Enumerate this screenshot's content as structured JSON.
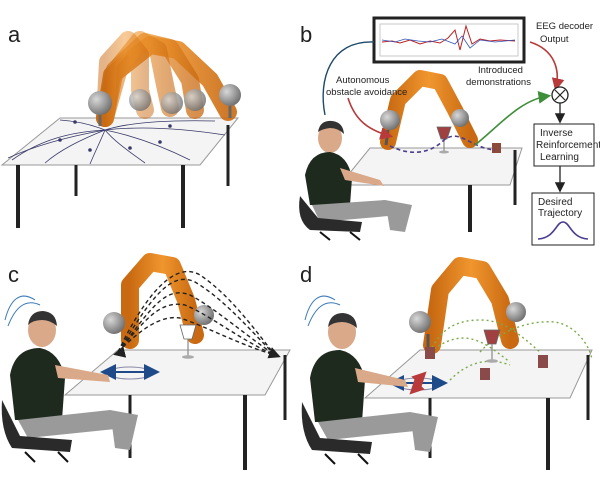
{
  "panels": {
    "a": {
      "label": "a"
    },
    "b": {
      "label": "b",
      "eeg_decoder_output": [
        "EEG decoder",
        "Output"
      ],
      "autonomous_obstacle_avoidance": [
        "Autonomous",
        "obstacle avoidance"
      ],
      "introduced_demonstrations": [
        "Introduced",
        "demonstrations"
      ],
      "inverse_rl": [
        "Inverse",
        "Reinforcement",
        "Learning"
      ],
      "desired_trajectory": [
        "Desired",
        "Trajectory"
      ],
      "multiply_symbol": "⊗"
    },
    "c": {
      "label": "c"
    },
    "d": {
      "label": "d"
    }
  },
  "colors": {
    "robot_orange": "#e0801a",
    "robot_gray": "#8a8a8a",
    "table_top": "#f4f4f4",
    "table_legs": "#222222",
    "person_shirt": "#1f2a1f",
    "skin": "#d9a98a",
    "chair": "#2a2a2a",
    "purple_path": "#4a3d8f",
    "green_path": "#4a9a3a",
    "red_arrow": "#b83a3a",
    "blue_arrow": "#1f4a8a"
  }
}
